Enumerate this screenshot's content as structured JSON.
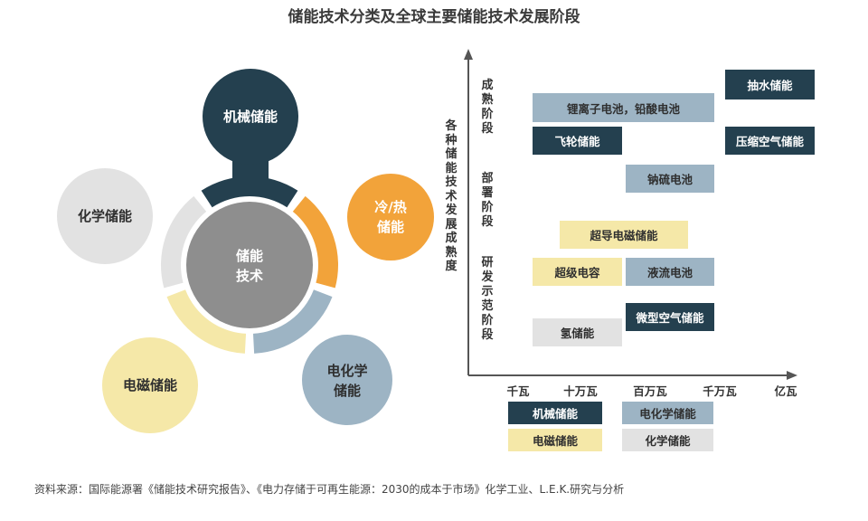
{
  "title": "储能技术分类及全球主要储能技术发展阶段",
  "colors": {
    "mechanical": "#24404f",
    "electrochemical": "#9db4c4",
    "thermal": "#f2a33a",
    "electromagnetic": "#f5e8a8",
    "chemical": "#e2e2e2",
    "center": "#8e8e8e",
    "axis": "#555555"
  },
  "wheel": {
    "center": "储能\n技术",
    "mechanical": "机械储能",
    "thermal": "冷/热\n储能",
    "electrochemical": "电化学\n储能",
    "electromagnetic": "电磁储能",
    "chemical": "化学储能"
  },
  "chart": {
    "y_axis_title": "各种储能技术发展成熟度",
    "stages": {
      "mature": "成熟阶段",
      "deployment": "部署阶段",
      "rnd": "研发示范阶段"
    },
    "x_ticks": [
      "千瓦",
      "十万瓦",
      "百万瓦",
      "千万瓦",
      "亿瓦"
    ],
    "bars": [
      {
        "label": "抽水储能",
        "category": "mechanical"
      },
      {
        "label": "锂离子电池，铅酸电池",
        "category": "electrochemical"
      },
      {
        "label": "飞轮储能",
        "category": "mechanical"
      },
      {
        "label": "压缩空气储能",
        "category": "mechanical"
      },
      {
        "label": "钠硫电池",
        "category": "electrochemical"
      },
      {
        "label": "超导电磁储能",
        "category": "electromagnetic"
      },
      {
        "label": "超级电容",
        "category": "electromagnetic"
      },
      {
        "label": "液流电池",
        "category": "electrochemical"
      },
      {
        "label": "微型空气储能",
        "category": "mechanical"
      },
      {
        "label": "氢储能",
        "category": "chemical"
      }
    ],
    "legend": {
      "mechanical": "机械储能",
      "electrochemical": "电化学储能",
      "electromagnetic": "电磁储能",
      "chemical": "化学储能"
    }
  },
  "source": "资料来源：国际能源署《储能技术研究报告》、《电力存储于可再生能源：2030的成本于市场》化学工业、L.E.K.研究与分析"
}
